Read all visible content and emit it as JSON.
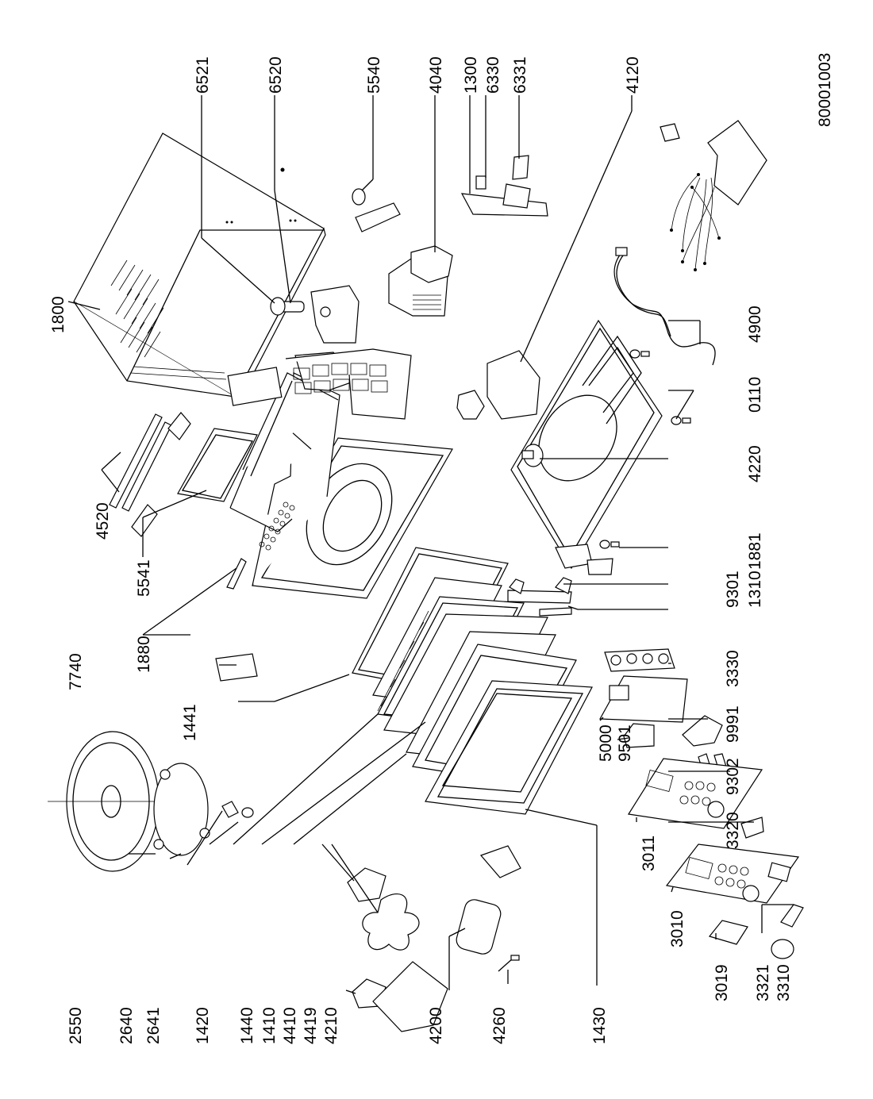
{
  "drawing_number": "80001003",
  "part_labels": {
    "p6521": "6521",
    "p6520": "6520",
    "p5540": "5540",
    "p4040": "4040",
    "p1300": "1300",
    "p6330": "6330",
    "p6331": "6331",
    "p4120": "4120",
    "p1800": "1800",
    "p4900": "4900",
    "p0110": "0110",
    "p4220": "4220",
    "p1881": "1881",
    "p1310": "1310",
    "p9301": "9301",
    "p3330": "3330",
    "p9991": "9991",
    "p9302": "9302",
    "p3320": "3320",
    "p9501": "9501",
    "p5000": "5000",
    "p3011": "3011",
    "p3010": "3010",
    "p3019": "3019",
    "p3321": "3321",
    "p3310": "3310",
    "p4520": "4520",
    "p5541": "5541",
    "p1880": "1880",
    "p7740": "7740",
    "p1441": "1441",
    "p2550": "2550",
    "p2640": "2640",
    "p2641": "2641",
    "p1420": "1420",
    "p1440": "1440",
    "p1410": "1410",
    "p4410": "4410",
    "p4419": "4419",
    "p4210": "4210",
    "p4200": "4200",
    "p4260": "4260",
    "p1430": "1430"
  }
}
